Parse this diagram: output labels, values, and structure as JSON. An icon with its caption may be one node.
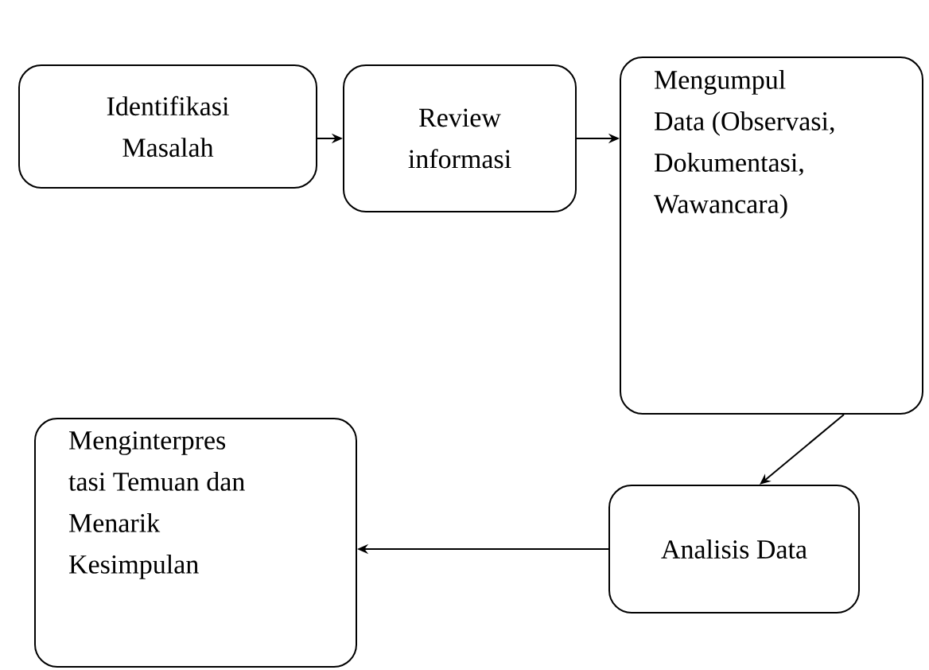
{
  "diagram": {
    "nodes": [
      {
        "text": [
          "Identifikasi Masalah"
        ]
      },
      {
        "text": [
          "Review informasi"
        ]
      },
      {
        "text": [
          "Mengumpul Data (Observasi, Dokumentasi, Wawancara)"
        ]
      },
      {
        "text": [
          "Analisis Data"
        ]
      },
      {
        "text": [
          "Menginterpres tasi Temuan dan Menarik Kesimpulan"
        ]
      }
    ],
    "edges": [
      {
        "from": 0,
        "to": 1,
        "arrow": "to"
      },
      {
        "from": 1,
        "to": 2,
        "arrow": "to"
      },
      {
        "from": 2,
        "to": 3,
        "arrow": "to"
      },
      {
        "from": 3,
        "to": 4,
        "arrow": "to"
      }
    ]
  }
}
